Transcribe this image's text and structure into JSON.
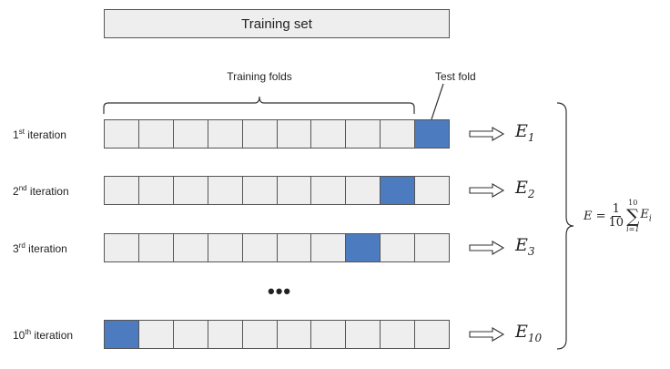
{
  "training_set_label": "Training set",
  "training_folds_label": "Training folds",
  "test_fold_label": "Test fold",
  "fold_count": 10,
  "colors": {
    "fold": "#eeeeee",
    "test_fold": "#4c7bbf",
    "border": "#555555"
  },
  "ellipsis": "•••",
  "iterations": [
    {
      "num": "1",
      "suffix": "st",
      "word": " iteration",
      "test_index": 9,
      "err_base": "E",
      "err_sub": "1"
    },
    {
      "num": "2",
      "suffix": "nd",
      "word": " iteration",
      "test_index": 8,
      "err_base": "E",
      "err_sub": "2"
    },
    {
      "num": "3",
      "suffix": "rd",
      "word": " iteration",
      "test_index": 7,
      "err_base": "E",
      "err_sub": "3"
    },
    {
      "num": "10",
      "suffix": "th",
      "word": " iteration",
      "test_index": 0,
      "err_base": "E",
      "err_sub": "10"
    }
  ],
  "formula": {
    "lhs": "E =",
    "numerator": "1",
    "denominator": "10",
    "sum_top": "10",
    "sum_symbol": "∑",
    "sum_bottom": "i=1",
    "term": "E",
    "term_sub": "i"
  }
}
